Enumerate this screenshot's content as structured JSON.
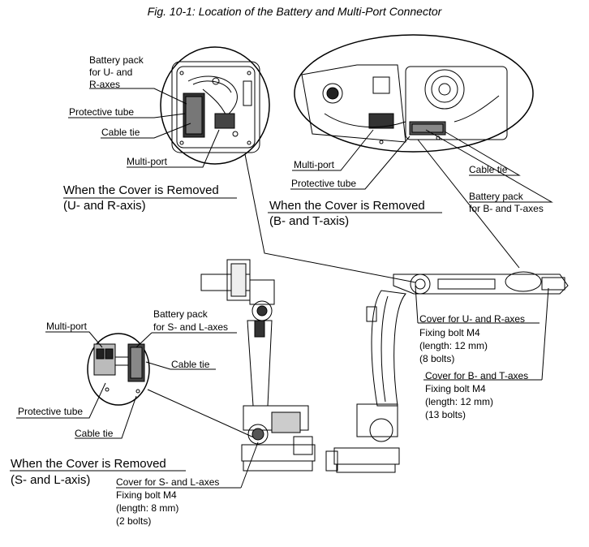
{
  "title": "Fig. 10-1: Location of the Battery and Multi-Port Connector",
  "top_left_detail": {
    "battery_pack_l1": "Battery pack",
    "battery_pack_l2": "for U- and",
    "battery_pack_l3": "R-axes",
    "protective_tube": "Protective tube",
    "cable_tie": "Cable tie",
    "multi_port": "Multi-port",
    "caption_l1": "When the Cover is Removed",
    "caption_l2": "(U- and R-axis)"
  },
  "top_right_detail": {
    "multi_port": "Multi-port",
    "protective_tube": "Protective tube",
    "cable_tie": "Cable tie",
    "battery_pack_l1": "Battery pack",
    "battery_pack_l2": "for B- and T-axes",
    "caption_l1": "When the Cover is Removed",
    "caption_l2": "(B- and T-axis)"
  },
  "left_detail": {
    "multi_port": "Multi-port",
    "battery_pack_l1": "Battery pack",
    "battery_pack_l2": "for S- and L-axes",
    "cable_tie_right": "Cable tie",
    "protective_tube": "Protective tube",
    "cable_tie_bottom": "Cable tie",
    "caption_l1": "When the Cover is Removed",
    "caption_l2": "(S- and L-axis)"
  },
  "cover_ur": {
    "l1": "Cover for U- and R-axes",
    "l2": "Fixing bolt M4",
    "l3": "(length: 12 mm)",
    "l4": "(8 bolts)"
  },
  "cover_bt": {
    "l1": "Cover for B- and T-axes",
    "l2": "Fixing bolt M4",
    "l3": "(length: 12 mm)",
    "l4": "(13 bolts)"
  },
  "cover_sl": {
    "l1": "Cover for S- and L-axes",
    "l2": "Fixing bolt M4",
    "l3": "(length: 8 mm)",
    "l4": "(2 bolts)"
  }
}
